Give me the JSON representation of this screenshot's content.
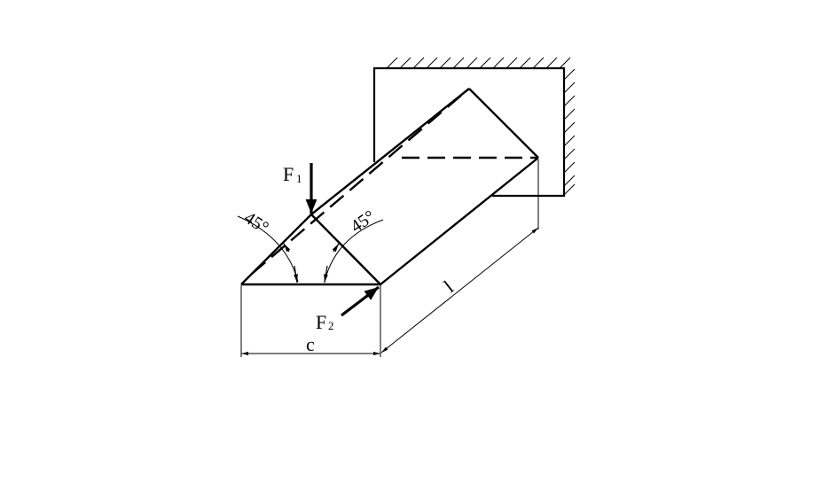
{
  "labels": {
    "force1": "F",
    "force1_sub": "1",
    "force2": "F",
    "force2_sub": "2",
    "angle_left": "45°",
    "angle_right": "45°",
    "dim_width": "c",
    "dim_length": "l"
  },
  "colors": {
    "stroke": "#000000",
    "background": "#ffffff"
  }
}
